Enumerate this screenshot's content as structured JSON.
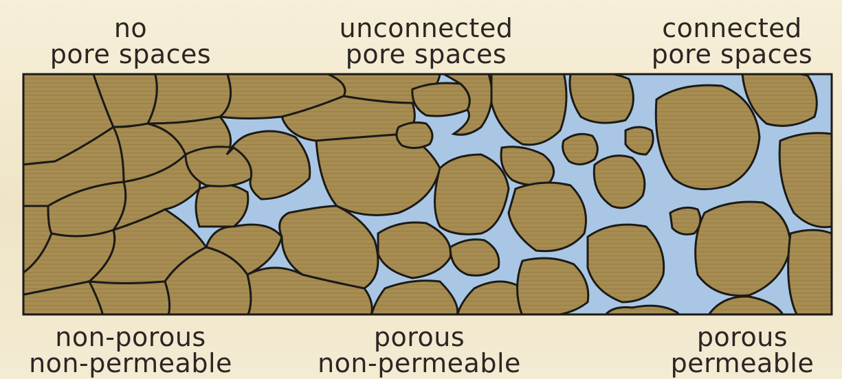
{
  "top_labels": {
    "left": {
      "line1": "no",
      "line2": "pore spaces"
    },
    "middle": {
      "line1": "unconnected",
      "line2": "pore spaces"
    },
    "right": {
      "line1": "connected",
      "line2": "pore spaces"
    }
  },
  "bottom_labels": {
    "left": {
      "line1": "non-porous",
      "line2": "non-permeable"
    },
    "middle": {
      "line1": "porous",
      "line2": "non-permeable"
    },
    "right": {
      "line1": "porous",
      "line2": "permeable"
    }
  },
  "colors": {
    "grain": "#a78d52",
    "water": "#a9c7e4",
    "outline": "#1c1a17",
    "background": "#f2ead2"
  }
}
